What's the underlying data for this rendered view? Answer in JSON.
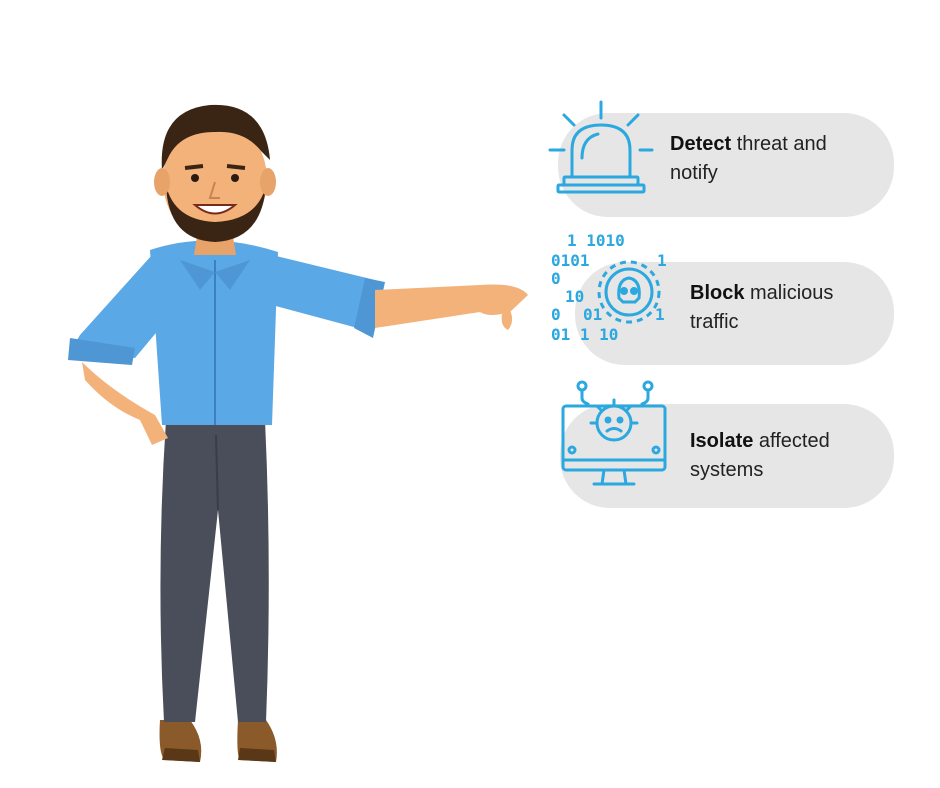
{
  "colors": {
    "accent": "#2aa8df",
    "card_background": "#e6e6e6",
    "shirt": "#5aa8e6",
    "pants": "#4a4d5a"
  },
  "cards": [
    {
      "bold": "Detect",
      "rest": " threat and notify",
      "icon": "alarm-siren-icon"
    },
    {
      "bold": "Block",
      "rest": " malicious traffic",
      "icon": "binary-skull-icon"
    },
    {
      "bold": "Isolate",
      "rest": " affected systems",
      "icon": "monitor-virus-icon"
    }
  ],
  "binary_rows": [
    "1  1010",
    "0101   1",
    "0",
    "10",
    "0  01  1",
    "01  1  10"
  ]
}
